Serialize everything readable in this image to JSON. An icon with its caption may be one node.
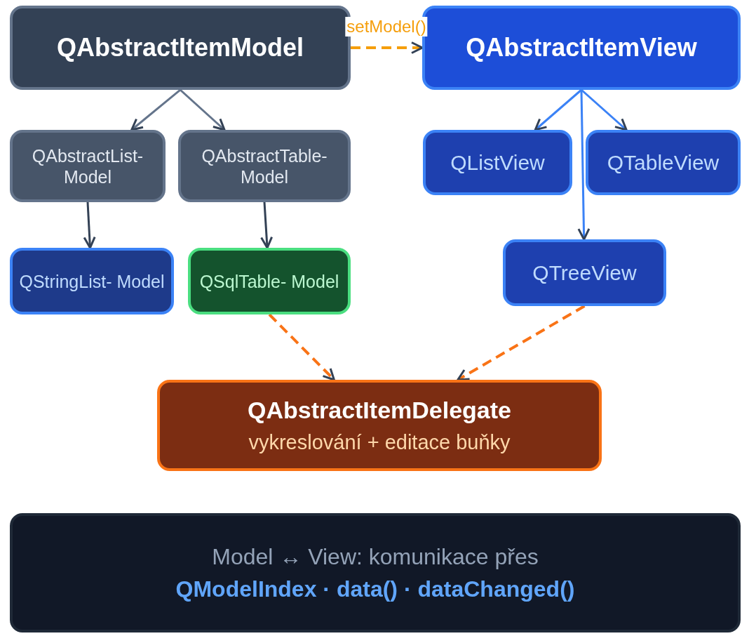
{
  "diagram": {
    "nodes": [
      {
        "text": [
          "QAbstractItemModel"
        ]
      },
      {
        "text": [
          "QAbstractItemView"
        ]
      },
      {
        "text": [
          "QAbstractList- Model"
        ]
      },
      {
        "text": [
          "QAbstractTable- Model"
        ]
      },
      {
        "text": [
          "QListView"
        ]
      },
      {
        "text": [
          "QTableView"
        ]
      },
      {
        "text": [
          "QStringList- Model"
        ]
      },
      {
        "text": [
          "QSqlTable- Model"
        ]
      },
      {
        "text": [
          "QTreeView"
        ]
      },
      {
        "text": [
          "QAbstractItemDelegate",
          "vykreslování + editace buňky"
        ]
      },
      {
        "text": [
          "Model ↔ View: komunikace přes",
          "QModelIndex · data() · dataChanged()"
        ]
      }
    ],
    "edges": [
      {
        "from": 0,
        "to": 1,
        "arrow": "to",
        "label": "setModel()",
        "style": "dashed",
        "color": "#f59e0b"
      },
      {
        "from": 0,
        "to": 2,
        "arrow": "to",
        "color": "#64748b"
      },
      {
        "from": 0,
        "to": 3,
        "arrow": "to",
        "color": "#64748b"
      },
      {
        "from": 2,
        "to": 6,
        "arrow": "to",
        "color": "#334155"
      },
      {
        "from": 3,
        "to": 7,
        "arrow": "to",
        "color": "#334155"
      },
      {
        "from": 1,
        "to": 4,
        "arrow": "to",
        "color": "#3b82f6"
      },
      {
        "from": 1,
        "to": 5,
        "arrow": "to",
        "color": "#3b82f6"
      },
      {
        "from": 1,
        "to": 8,
        "arrow": "to",
        "color": "#3b82f6"
      },
      {
        "from": 7,
        "to": 9,
        "arrow": "to",
        "style": "dashed",
        "color": "#f97316"
      },
      {
        "from": 8,
        "to": 9,
        "arrow": "to",
        "style": "dashed",
        "color": "#f97316"
      }
    ]
  }
}
